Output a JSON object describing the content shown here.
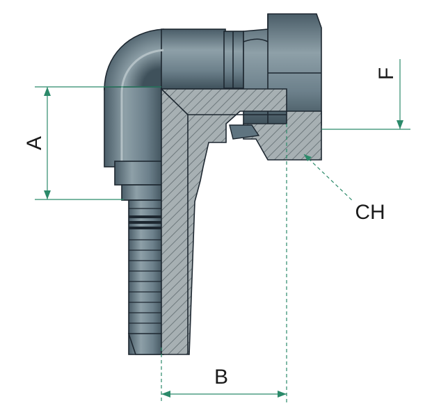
{
  "diagram": {
    "labels": {
      "a": "A",
      "b": "B",
      "f": "F",
      "ch": "CH"
    },
    "colors": {
      "metal_light": "#7e9199",
      "metal_mid": "#5f7480",
      "metal_dark": "#3b4b55",
      "section_fill": "#a7b0b3",
      "hatch_line": "#6d787c",
      "dimension": "#2b8a6a",
      "outline": "#1d2730"
    }
  }
}
